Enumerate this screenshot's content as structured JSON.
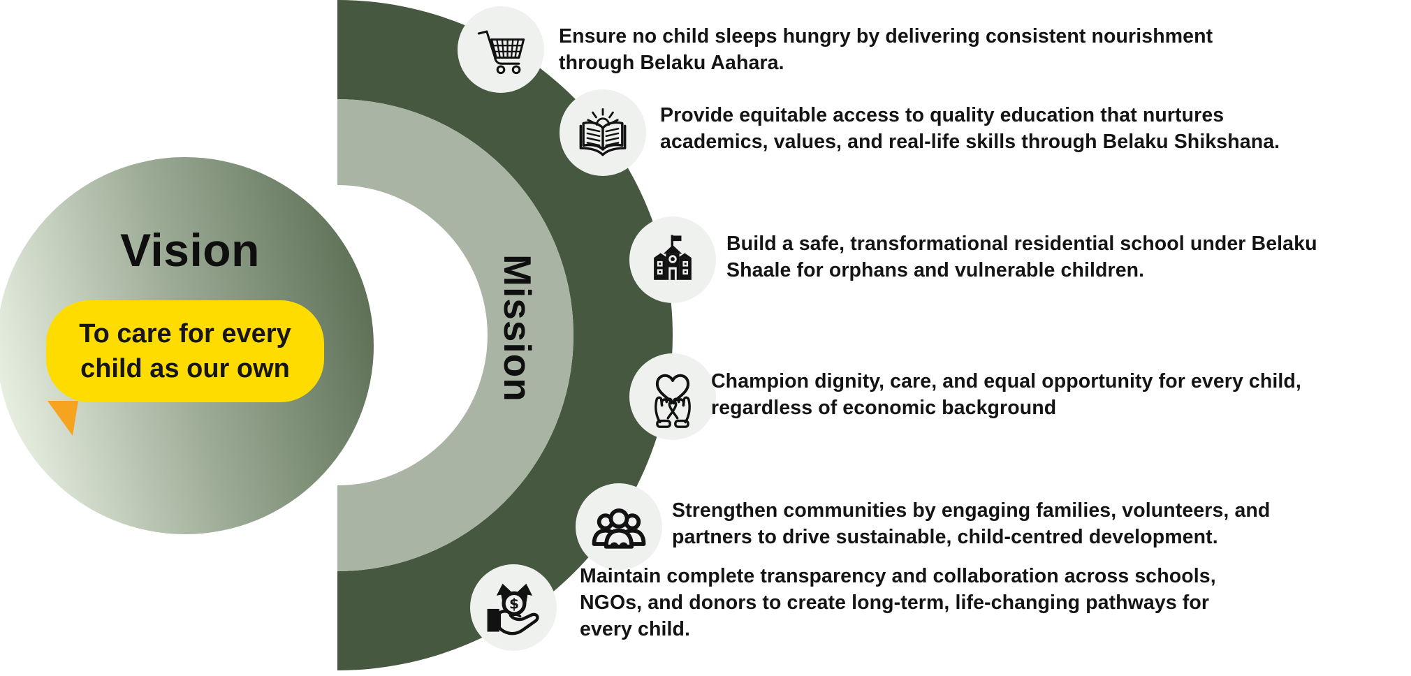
{
  "vision": {
    "title": "Vision",
    "bubble_text": "To care for every\nchild as our own"
  },
  "mission": {
    "label": "Mission",
    "items": [
      {
        "icon": "shopping-cart-icon",
        "text": "Ensure no child sleeps hungry by delivering consistent nourishment\nthrough Belaku Aahara."
      },
      {
        "icon": "open-book-sun-icon",
        "text": "Provide equitable access to quality education that nurtures\nacademics, values, and real-life skills through Belaku Shikshana."
      },
      {
        "icon": "school-building-icon",
        "text": "Build a safe, transformational residential school under Belaku\nShaale for orphans and vulnerable children."
      },
      {
        "icon": "heart-in-hands-icon",
        "text": "Champion dignity, care, and equal opportunity for every child,\nregardless of economic background"
      },
      {
        "icon": "people-group-icon",
        "text": "Strengthen communities by engaging families, volunteers, and\npartners to drive sustainable, child-centred development."
      },
      {
        "icon": "hand-money-growth-icon",
        "text": "Maintain complete transparency and collaboration across schools,\nNGOs, and donors to create long-term, life-changing pathways for\nevery child."
      }
    ]
  },
  "colors": {
    "dark_green": "#475840",
    "sage": "#a9b4a5",
    "vision_gradient_start": "#e9f0e2",
    "vision_gradient_mid": "#9cab96",
    "vision_gradient_end": "#5d7056",
    "bubble_yellow": "#ffdc00",
    "tail_orange": "#f6a41f",
    "icon_circle_bg": "#eff1ef",
    "text": "#141414"
  }
}
